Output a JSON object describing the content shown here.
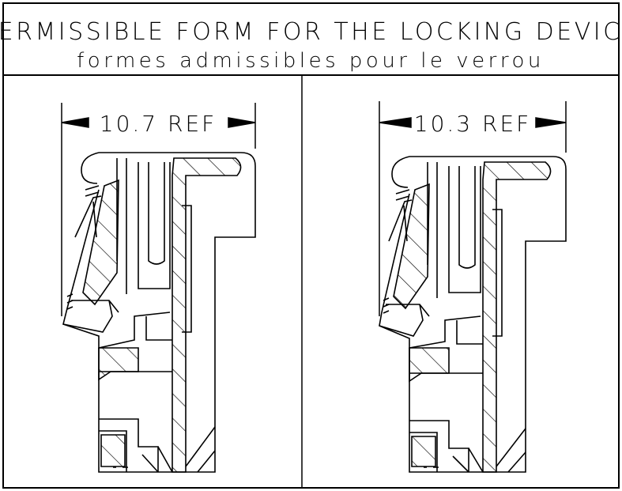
{
  "header": {
    "title_en": "PERMISSIBLE FORM FOR THE LOCKING DEVICE",
    "title_fr": "formes admissibles pour le verrou"
  },
  "panels": [
    {
      "dimension_label": "10.7 REF"
    },
    {
      "dimension_label": "10.3 REF"
    }
  ]
}
